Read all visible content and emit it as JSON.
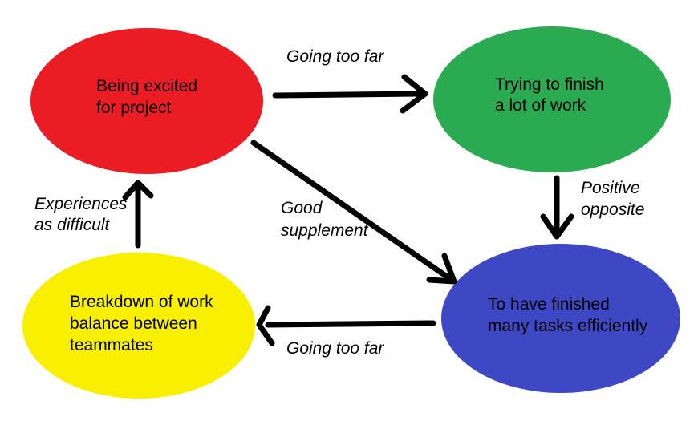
{
  "diagram": {
    "background_color": "#ffffff",
    "arrow_color": "#000000",
    "text_color": "#000000",
    "nodes": [
      {
        "id": "excited",
        "label": "Being excited\nfor project",
        "color": "#ec1c24"
      },
      {
        "id": "trying",
        "label": "Trying to finish\na lot of work",
        "color": "#2bab51"
      },
      {
        "id": "breakdown",
        "label": "Breakdown of work\nbalance between\nteammates",
        "color": "#f9f000"
      },
      {
        "id": "finished",
        "label": "To have finished\nmany tasks efficiently",
        "color": "#3f48c4"
      }
    ],
    "edges": [
      {
        "from": "excited",
        "to": "trying",
        "label": "Going too far"
      },
      {
        "from": "trying",
        "to": "finished",
        "label": "Positive\nopposite"
      },
      {
        "from": "excited",
        "to": "finished",
        "label": "Good\nsupplement"
      },
      {
        "from": "finished",
        "to": "breakdown",
        "label": "Going too far"
      },
      {
        "from": "breakdown",
        "to": "excited",
        "label": "Experiences\nas difficult"
      }
    ]
  }
}
